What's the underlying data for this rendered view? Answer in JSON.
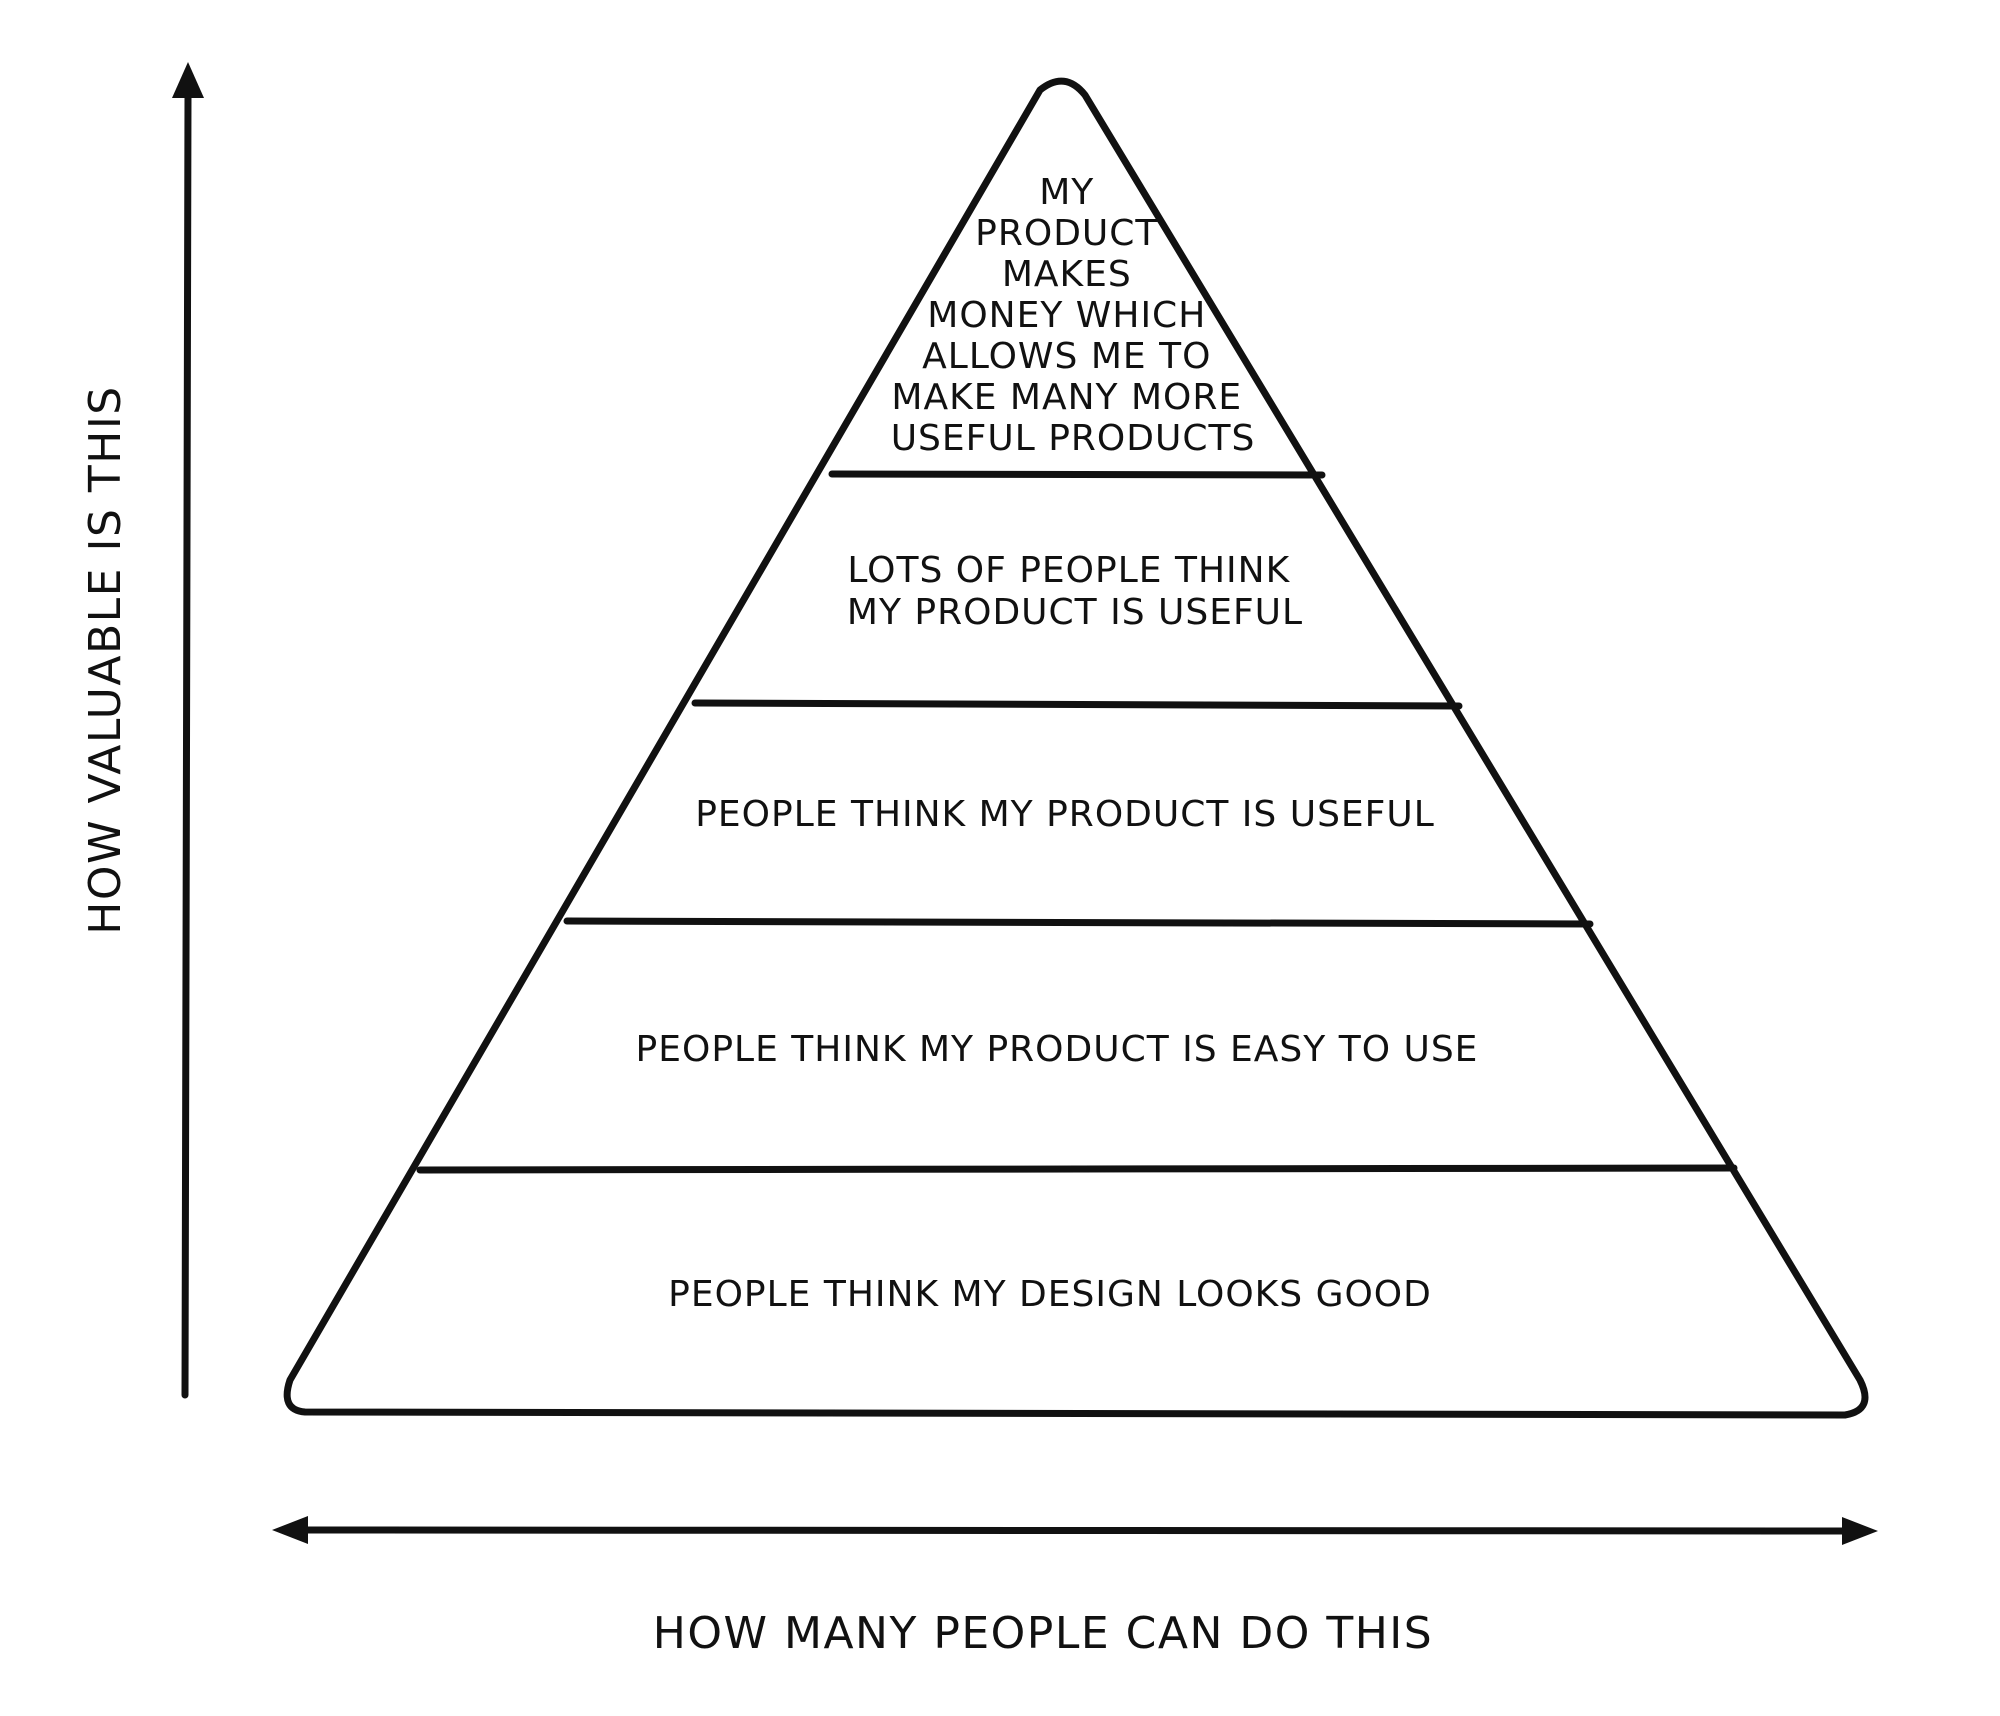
{
  "pyramid": {
    "tiers": [
      {
        "id": "top",
        "lines": [
          "MY",
          "PRODUCT",
          "MAKES",
          "MONEY WHICH",
          "ALLOWS ME TO",
          "MAKE MANY MORE",
          "USEFUL PRODUCTS"
        ]
      },
      {
        "id": "tier-2",
        "lines": [
          "LOTS OF PEOPLE THINK",
          "MY PRODUCT IS USEFUL"
        ]
      },
      {
        "id": "tier-3",
        "lines": [
          "PEOPLE THINK MY PRODUCT IS USEFUL"
        ]
      },
      {
        "id": "tier-4",
        "lines": [
          "PEOPLE THINK MY PRODUCT IS EASY TO USE"
        ]
      },
      {
        "id": "bottom",
        "lines": [
          "PEOPLE THINK MY DESIGN LOOKS GOOD"
        ]
      }
    ]
  },
  "axes": {
    "y_label": "HOW VALUABLE IS THIS",
    "x_label": "HOW MANY PEOPLE CAN DO THIS"
  },
  "colors": {
    "ink": "#111111",
    "background": "#ffffff"
  }
}
